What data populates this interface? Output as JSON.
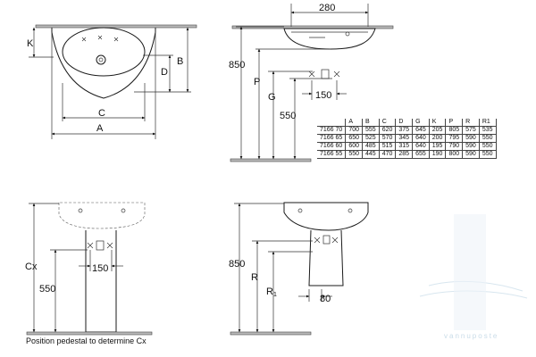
{
  "labels": {
    "k": "K",
    "b": "B",
    "d": "D",
    "c": "C",
    "a": "A",
    "d280": "280",
    "d850_top": "850",
    "p": "P",
    "g": "G",
    "d550_top": "550",
    "d150_top": "150",
    "cx": "Cx",
    "d150_bottom": "150",
    "d550_bottom": "550",
    "d850_bottom": "850",
    "r": "R",
    "r1": "R",
    "r1_sub": "1",
    "d80": "80"
  },
  "table": {
    "columns": [
      "A",
      "B",
      "C",
      "D",
      "G",
      "K",
      "P",
      "R",
      "R1"
    ],
    "rows": [
      {
        "code": "7166 70",
        "values": [
          "700",
          "555",
          "620",
          "375",
          "645",
          "205",
          "805",
          "575",
          "535"
        ]
      },
      {
        "code": "7166 65",
        "values": [
          "650",
          "525",
          "570",
          "345",
          "640",
          "200",
          "795",
          "590",
          "550"
        ]
      },
      {
        "code": "7166 60",
        "values": [
          "600",
          "485",
          "515",
          "315",
          "640",
          "195",
          "790",
          "590",
          "550"
        ]
      },
      {
        "code": "7166 55",
        "values": [
          "550",
          "445",
          "470",
          "285",
          "655",
          "190",
          "800",
          "590",
          "550"
        ]
      }
    ]
  },
  "footnote": "Position pedestal to determine Cx",
  "watermark": "vannuposte",
  "colors": {
    "line": "#1a1a1a",
    "floor": "#b9b9b9",
    "watermark": "#c9dce8"
  }
}
